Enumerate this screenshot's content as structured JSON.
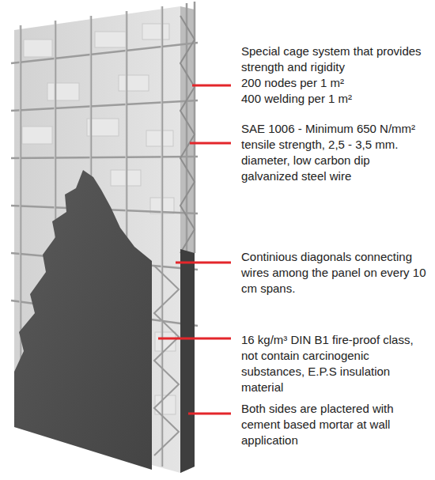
{
  "diagram": {
    "labels": [
      "Special cage system that provides strength and rigidity",
      "200 nodes per 1 m²",
      "400 welding per 1 m²",
      "SAE 1006 - Minimum 650 N/mm² tensile strength, 2,5 - 3,5 mm. diameter, low carbon dip galvanized steel wire",
      "Continious diagonals connecting wires among the panel on every 10 cm spans.",
      "16 kg/m³ DIN B1 fire-proof class, not contain carcinogenic substances, E.P.S insulation material",
      "Both sides are plactered with cement based mortar at wall application"
    ]
  }
}
